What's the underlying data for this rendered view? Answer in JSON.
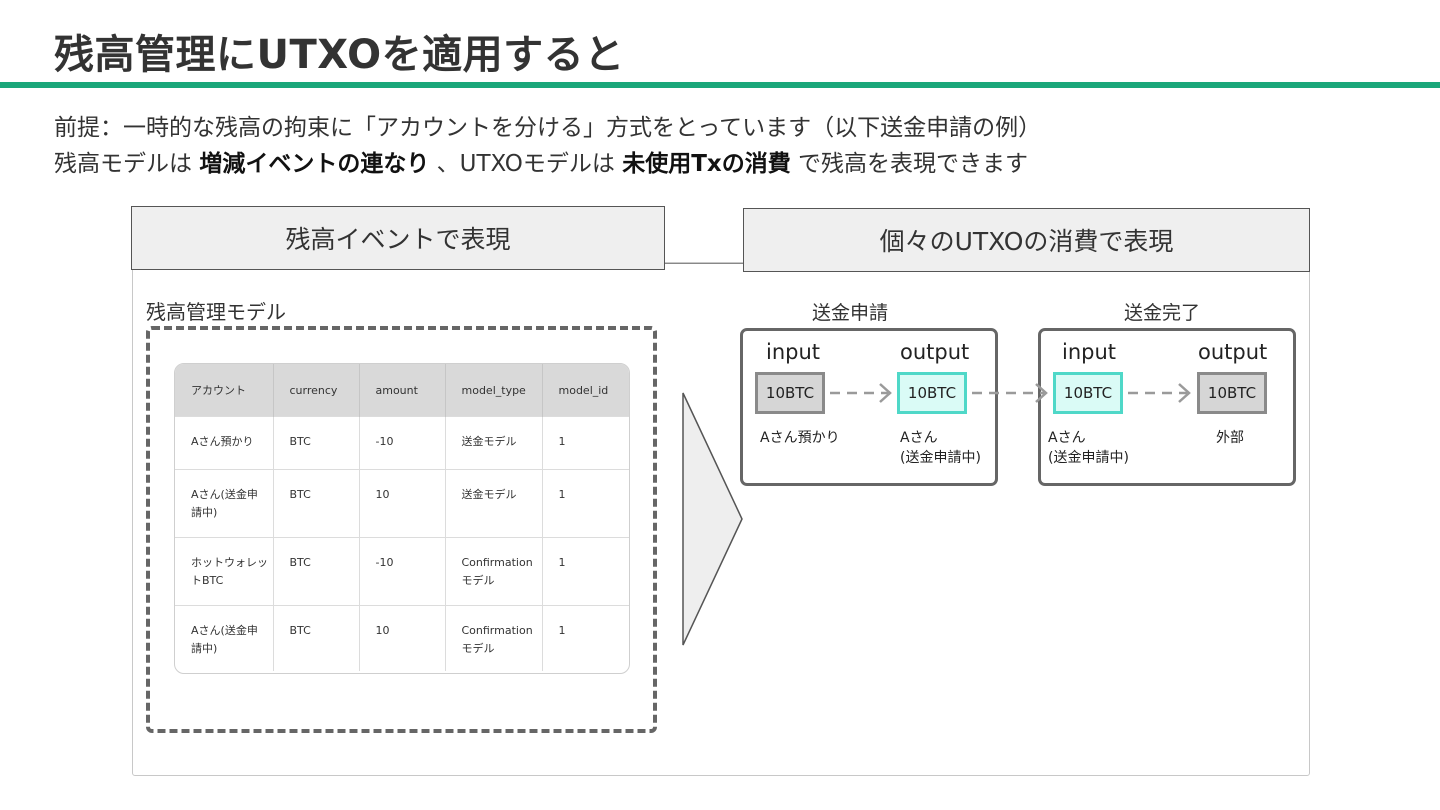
{
  "slide_title": "残高管理にUTXOを適用すると",
  "intro": {
    "line1": "前提：一時的な残高の拘束に「アカウントを分ける」方式をとっています（以下送金申請の例）",
    "line2_a": "残高モデルは ",
    "line2_b": "増減イベントの連なり",
    "line2_c": " 、UTXOモデルは ",
    "line2_d": "未使用Txの消費",
    "line2_e": " で残高を表現できます"
  },
  "left_section": {
    "header": "残高イベントで表現",
    "model_label": "残高管理モデル",
    "table": {
      "columns": [
        "アカウント",
        "currency",
        "amount",
        "model_type",
        "model_id"
      ],
      "rows": [
        [
          "Aさん預かり",
          "BTC",
          "-10",
          "送金モデル",
          "1"
        ],
        [
          "Aさん(送金申請中)",
          "BTC",
          "10",
          "送金モデル",
          "1"
        ],
        [
          "ホットウォレットBTC",
          "BTC",
          "-10",
          "Confirmationモデル",
          "1"
        ],
        [
          "Aさん(送金申請中)",
          "BTC",
          "10",
          "Confirmationモデル",
          "1"
        ]
      ]
    }
  },
  "right_section": {
    "header": "個々のUTXOの消費で表現",
    "stages": [
      {
        "label": "送金申請",
        "input_label": "input",
        "output_label": "output",
        "input_coin": "10BTC",
        "output_coin": "10BTC",
        "input_caption": "Aさん預かり",
        "output_caption_1": "Aさん",
        "output_caption_2": "(送金申請中)"
      },
      {
        "label": "送金完了",
        "input_label": "input",
        "output_label": "output",
        "input_coin": "10BTC",
        "output_coin": "10BTC",
        "input_caption_1": "Aさん",
        "input_caption_2": "(送金申請中)",
        "output_caption": "外部"
      }
    ]
  },
  "colors": {
    "accent_rule": "#1aa77a",
    "coin_teal_fill": "#dafbf6",
    "coin_teal_border": "#4fd8c8",
    "coin_gray_fill": "#d6d6d6"
  }
}
